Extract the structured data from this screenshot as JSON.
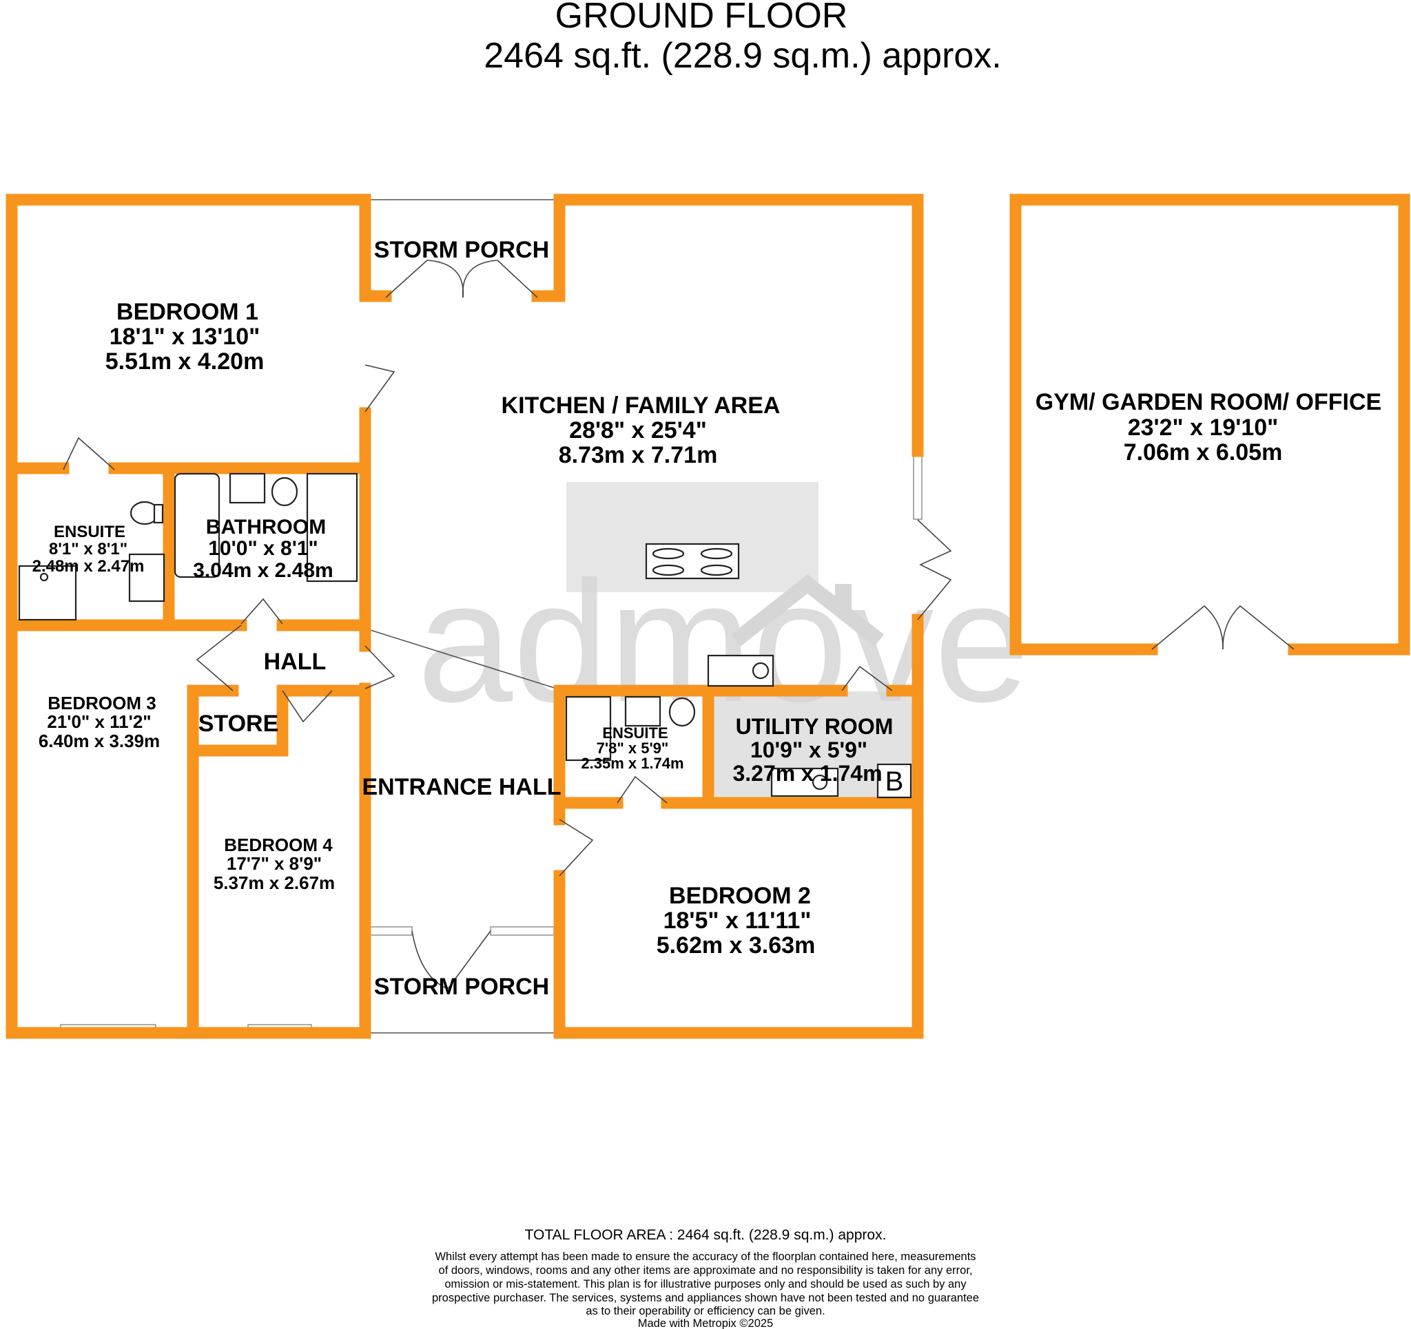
{
  "header": {
    "floor_title": "GROUND FLOOR",
    "floor_area": "2464 sq.ft. (228.9 sq.m.) approx."
  },
  "rooms": [
    {
      "id": "bedroom-1",
      "name": "BEDROOM 1",
      "imperial": "18'1\"  x 13'10\"",
      "metric": "5.51m  x 4.20m"
    },
    {
      "id": "kitchen",
      "name": "KITCHEN / FAMILY AREA",
      "imperial": "28'8\"  x 25'4\"",
      "metric": "8.73m  x 7.71m"
    },
    {
      "id": "gym",
      "name": "GYM/ GARDEN ROOM/ OFFICE",
      "imperial": "23'2\"  x 19'10\"",
      "metric": "7.06m  x 6.05m"
    },
    {
      "id": "ensuite-1",
      "name": "ENSUITE",
      "imperial": "8'1\"  x 8'1\"",
      "metric": "2.48m  x 2.47m"
    },
    {
      "id": "bathroom",
      "name": "BATHROOM",
      "imperial": "10'0\"  x 8'1\"",
      "metric": "3.04m  x 2.48m"
    },
    {
      "id": "bedroom-3",
      "name": "BEDROOM 3",
      "imperial": "21'0\"  x 11'2\"",
      "metric": "6.40m  x 3.39m"
    },
    {
      "id": "bedroom-4",
      "name": "BEDROOM 4",
      "imperial": "17'7\"  x 8'9\"",
      "metric": "5.37m  x 2.67m"
    },
    {
      "id": "ensuite-2",
      "name": "ENSUITE",
      "imperial": "7'8\"  x 5'9\"",
      "metric": "2.35m  x 1.74m"
    },
    {
      "id": "utility",
      "name": "UTILITY ROOM",
      "imperial": "10'9\"  x 5'9\"",
      "metric": "3.27m  x 1.74m"
    },
    {
      "id": "bedroom-2",
      "name": "BEDROOM 2",
      "imperial": "18'5\"  x 11'11\"",
      "metric": "5.62m  x 3.63m"
    }
  ],
  "labels": {
    "storm_porch_top": "STORM PORCH",
    "storm_porch_bottom": "STORM PORCH",
    "hall": "HALL",
    "store": "STORE",
    "entrance_hall": "ENTRANCE HALL",
    "boiler": "B"
  },
  "watermark": "admove",
  "footer": {
    "total_area": "TOTAL FLOOR AREA : 2464 sq.ft. (228.9 sq.m.) approx.",
    "disclaimer_lines": [
      "Whilst every attempt has been made to ensure the accuracy of the floorplan contained here, measurements",
      "of doors, windows, rooms and any other items are approximate and no responsibility is taken for any error,",
      "omission or mis-statement. This plan is for illustrative purposes only and should be used as such by any",
      "prospective purchaser. The services, systems and appliances shown have not been tested and no guarantee",
      "as to their operability or efficiency can be given."
    ],
    "credit": "Made with Metropix ©2025"
  },
  "colors": {
    "wall": "#F7941D",
    "island": "#E6E6E6",
    "utility_floor": "#E2E2E2",
    "watermark": "#D6D6D6"
  }
}
